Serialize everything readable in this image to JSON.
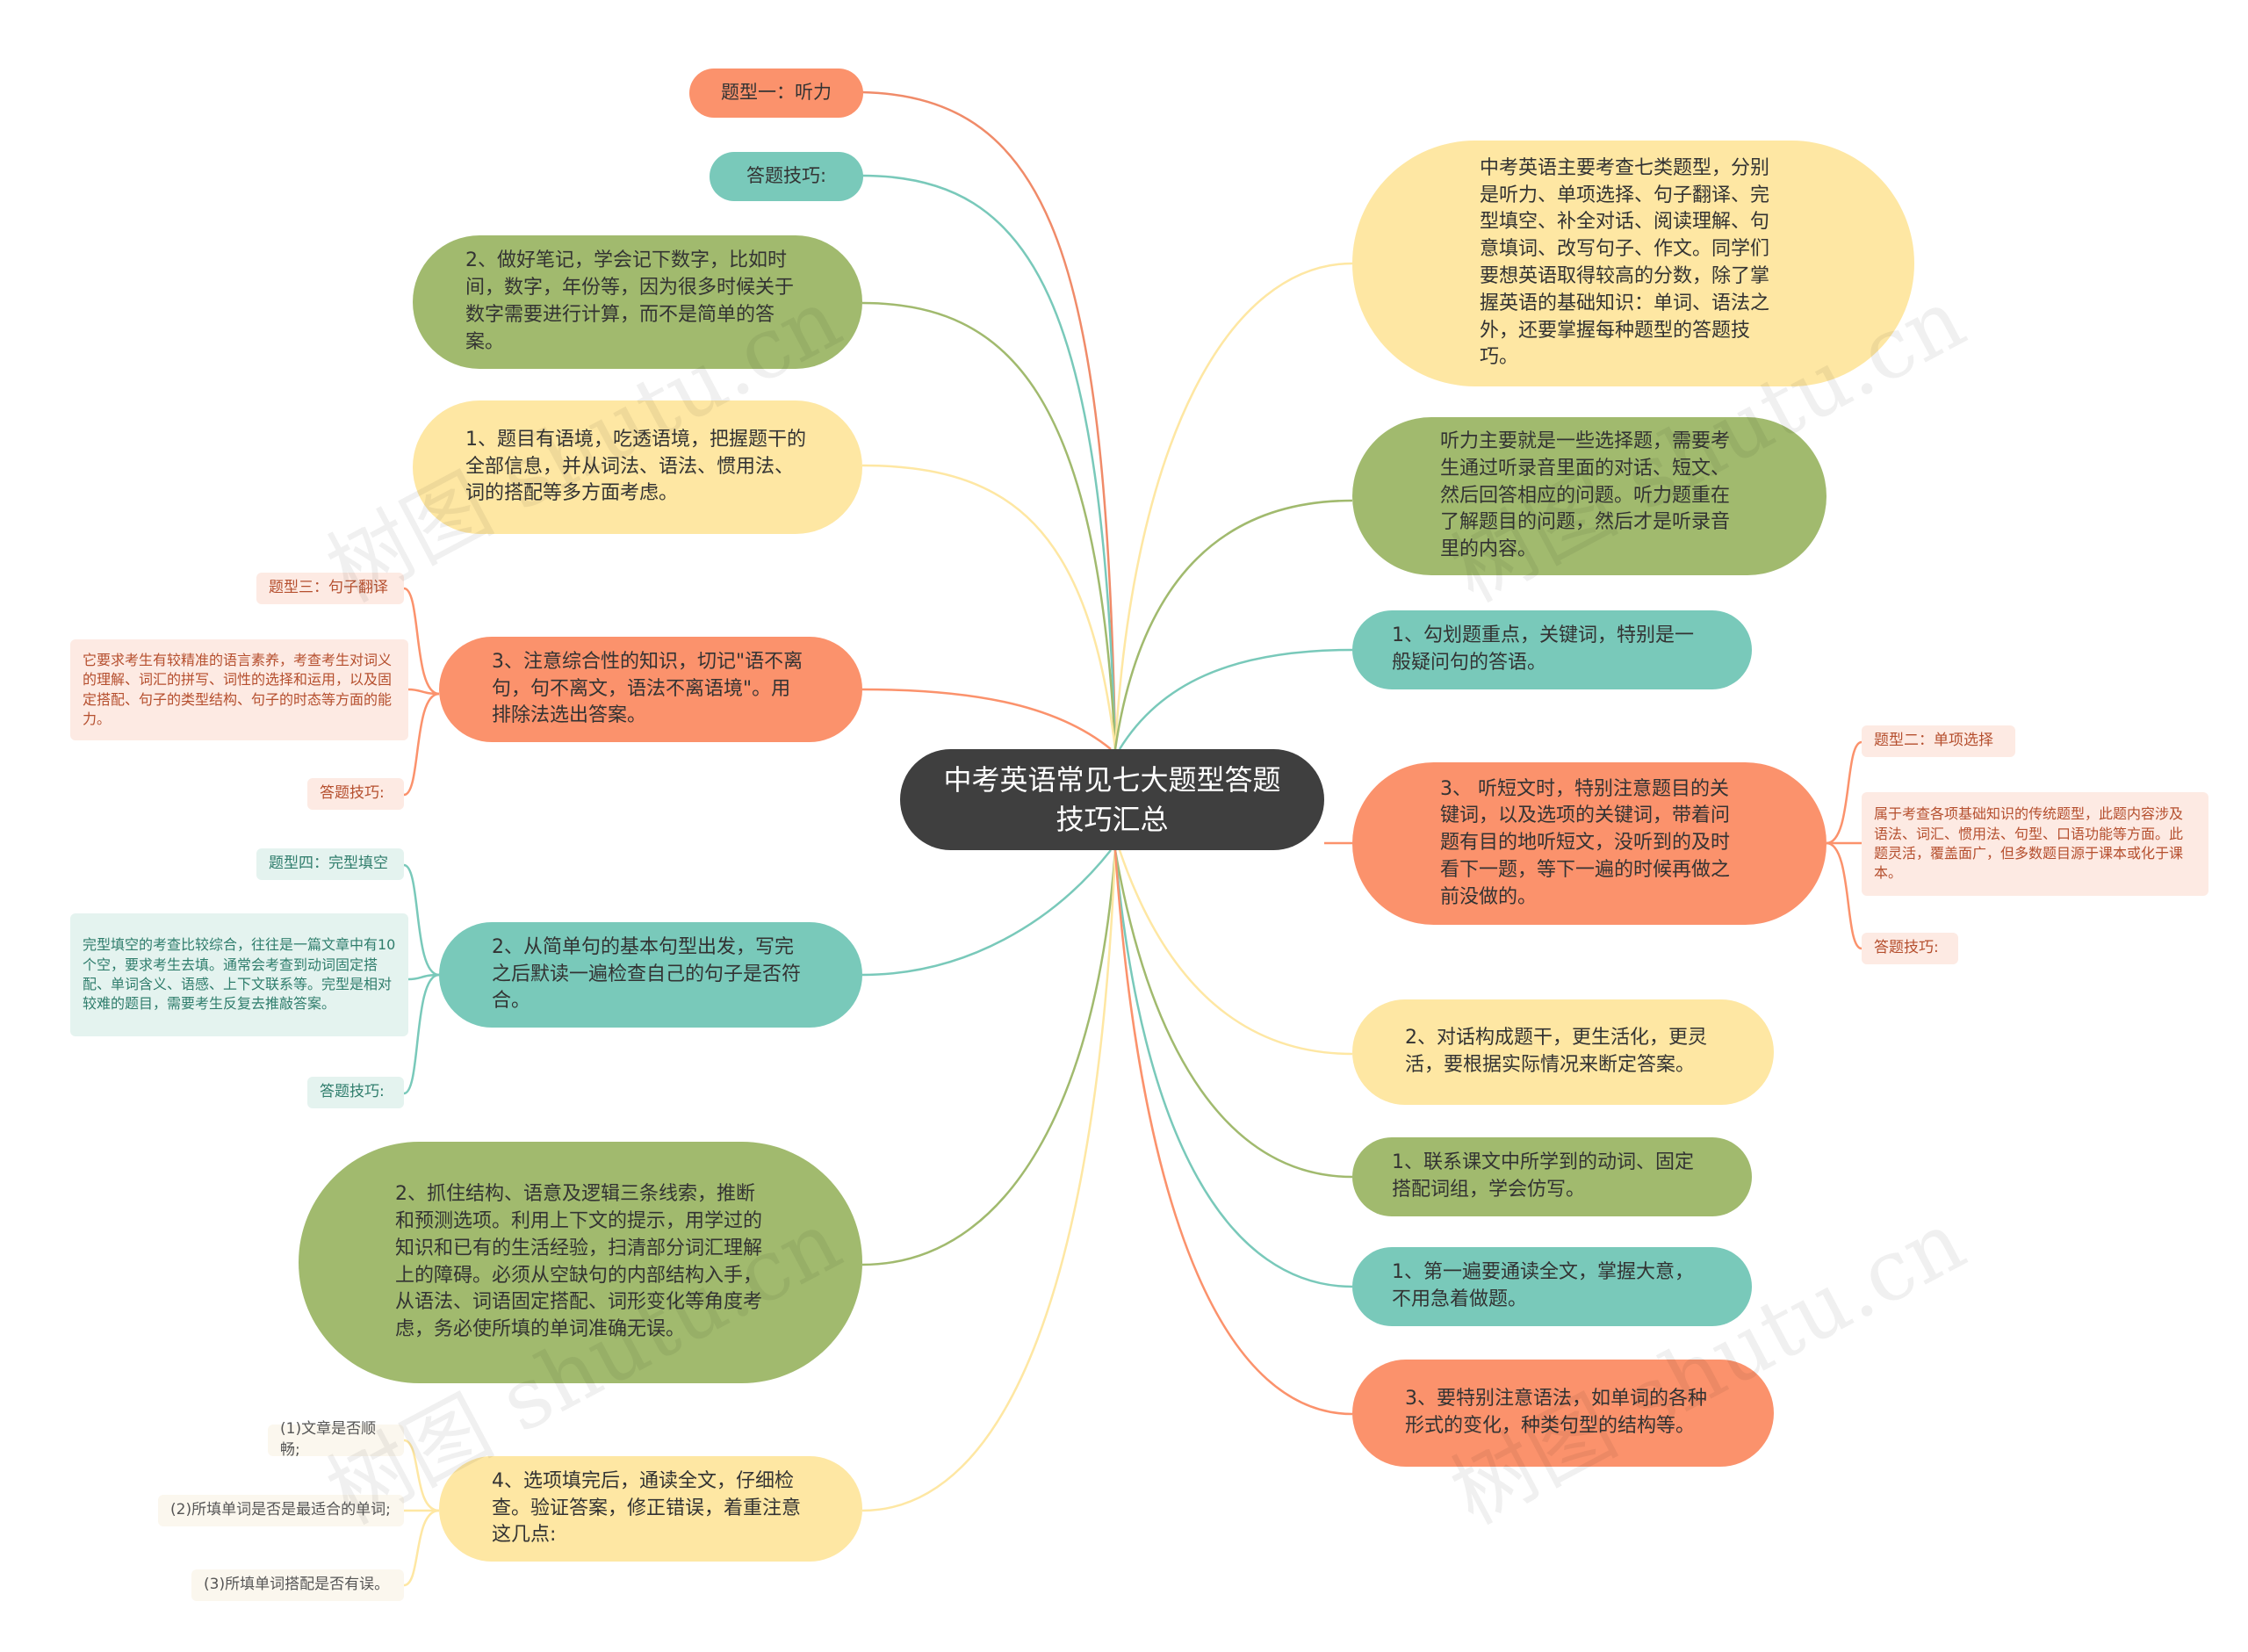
{
  "root": "中考英语常见七大题型答题技巧汇总",
  "watermark": "树图 shutu.cn",
  "left": {
    "t1": "题型一：听力",
    "t1_tip": "答题技巧:",
    "n1": "2、做好笔记，学会记下数字，比如时间，数字，年份等，因为很多时候关于数字需要进行计算，而不是简单的答案。",
    "n2": "1、题目有语境，吃透语境，把握题干的全部信息，并从词法、语法、惯用法、词的搭配等多方面考虑。",
    "n3": "3、注意综合性的知识，切记\"语不离句，句不离文，语法不离语境\"。用排除法选出答案。",
    "n3_a": "题型三：句子翻译",
    "n3_b": "它要求考生有较精准的语言素养，考查考生对词义的理解、词汇的拼写、词性的选择和运用，以及固定搭配、句子的类型结构、句子的时态等方面的能力。",
    "n3_c": "答题技巧:",
    "n4": "2、从简单句的基本句型出发，写完之后默读一遍检查自己的句子是否符合。",
    "n4_a": "题型四：完型填空",
    "n4_b": "完型填空的考查比较综合，往往是一篇文章中有10个空，要求考生去填。通常会考查到动词固定搭配、单词含义、语感、上下文联系等。完型是相对较难的题目，需要考生反复去推敲答案。",
    "n4_c": "答题技巧:",
    "n5": "2、抓住结构、语意及逻辑三条线索，推断和预测选项。利用上下文的提示，用学过的知识和已有的生活经验，扫清部分词汇理解上的障碍。必须从空缺句的内部结构入手，从语法、词语固定搭配、词形变化等角度考虑，务必使所填的单词准确无误。",
    "n6": "4、选项填完后，通读全文，仔细检查。验证答案，修正错误，着重注意这几点:",
    "n6_a": "(1)文章是否顺畅;",
    "n6_b": "(2)所填单词是否是最适合的单词;",
    "n6_c": "(3)所填单词搭配是否有误。"
  },
  "right": {
    "r1": "中考英语主要考查七类题型，分别是听力、单项选择、句子翻译、完型填空、补全对话、阅读理解、句意填词、改写句子、作文。同学们要想英语取得较高的分数，除了掌握英语的基础知识：单词、语法之外，还要掌握每种题型的答题技巧。",
    "r2": "听力主要就是一些选择题，需要考生通过听录音里面的对话、短文、然后回答相应的问题。听力题重在了解题目的问题，然后才是听录音里的内容。",
    "r3": "1、勾划题重点，关键词，特别是一般疑问句的答语。",
    "r4": "3、 听短文时，特别注意题目的关键词，以及选项的关键词，带着问题有目的地听短文，没听到的及时看下一题，等下一遍的时候再做之前没做的。",
    "r4_a": "题型二：单项选择",
    "r4_b": "属于考查各项基础知识的传统题型，此题内容涉及语法、词汇、惯用法、句型、口语功能等方面。此题灵活，覆盖面广，但多数题目源于课本或化于课本。",
    "r4_c": "答题技巧:",
    "r5": "2、对话构成题干，更生活化，更灵活，要根据实际情况来断定答案。",
    "r6": "1、联系课文中所学到的动词、固定搭配词组，学会仿写。",
    "r7": "1、第一遍要通读全文，掌握大意，不用急着做题。",
    "r8": "3、要特别注意语法，如单词的各种形式的变化，种类句型的结构等。"
  }
}
